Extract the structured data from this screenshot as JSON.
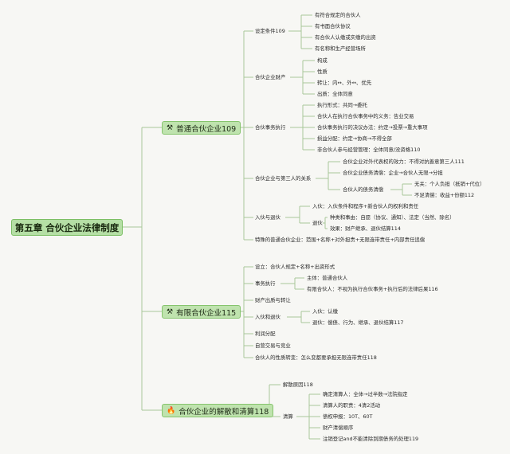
{
  "root": "第五章 合伙企业法律制度",
  "colors": {
    "line": "#a9c79a",
    "branch_fill": "#bfe3ae",
    "root_fill": "#b5dfa5",
    "background": "#f7f7f4"
  },
  "branches": [
    {
      "icon": "hammer-pick-icon",
      "label": "普通合伙企业109",
      "children": [
        {
          "label": "设定条件109",
          "children": [
            {
              "label": "有符合规定的合伙人"
            },
            {
              "label": "有书面合伙协议"
            },
            {
              "label": "有合伙人认缴或实缴的出资"
            },
            {
              "label": "有名称和生产经营场所"
            }
          ]
        },
        {
          "label": "合伙企业财产",
          "children": [
            {
              "label": "构成"
            },
            {
              "label": "性质"
            },
            {
              "label": "转让：内↔、外↔、优先"
            },
            {
              "label": "出质：全体同意"
            }
          ]
        },
        {
          "label": "合伙事务执行",
          "children": [
            {
              "label": "执行形式：共同→委托"
            },
            {
              "label": "合伙人在执行合伙事务中的义务：告业交易"
            },
            {
              "label": "合伙事务执行的决议办法：约定→投票→重大事项"
            },
            {
              "label": "损益分配：约定→协商→不得全部"
            },
            {
              "label": "非合伙人参与经营管理：全体同意/没资格110"
            }
          ]
        },
        {
          "label": "合伙企业与第三人的关系",
          "children": [
            {
              "label": "合伙企业对外代表权的效力：不得对抗善意第三人111"
            },
            {
              "label": "合伙企业债务清偿：企业→合伙人无限→分担"
            },
            {
              "label": "合伙人的债务清偿",
              "children": [
                {
                  "label": "无关：个人负担（抵销+代位）"
                },
                {
                  "label": "不足清偿：收益+份额112"
                }
              ]
            }
          ]
        },
        {
          "label": "入伙与退伙",
          "children": [
            {
              "label": "入伙：入伙条件和程序+新合伙人的权利和责任"
            },
            {
              "label": "退伙",
              "children": [
                {
                  "label": "种类和事由：自愿（协议、通知）、法定（当然、除名）"
                },
                {
                  "label": "效果：财产继承、退伙结算114"
                }
              ]
            }
          ]
        },
        {
          "label": "特殊的普通合伙企业：范围+名称+对外担责+无限连带责任+内部责任追偿"
        }
      ]
    },
    {
      "icon": "hammer-pick-icon",
      "label": "有限合伙企业115",
      "children": [
        {
          "label": "设立：合伙人规定+名称+出资形式"
        },
        {
          "label": "事务执行",
          "children": [
            {
              "label": "主体：普通合伙人"
            },
            {
              "label": "有限合伙人：不视为执行合伙事务+执行后的法律后果116"
            }
          ]
        },
        {
          "label": "财产出质与转让"
        },
        {
          "label": "入伙和退伙",
          "children": [
            {
              "label": "入伙：认缴"
            },
            {
              "label": "退伙：偿债、行为、继承、退伙结算117"
            }
          ]
        },
        {
          "label": "利润分配"
        },
        {
          "label": "自营交易与竞业"
        },
        {
          "label": "合伙人的性质转变：怎么变都要承担无限连带责任118"
        }
      ]
    },
    {
      "icon": "fire-icon",
      "label": "合伙企业的解散和清算118",
      "children": [
        {
          "label": "解散原因118"
        },
        {
          "label": "清算",
          "children": [
            {
              "label": "确定清算人：全体→过半数→法院指定"
            },
            {
              "label": "清算人的职责：4清2活动"
            },
            {
              "label": "债权申报：10T、60T"
            },
            {
              "label": "财产清偿顺序"
            },
            {
              "label": "注销登记and不能清除到期债务的处理119"
            }
          ]
        }
      ]
    }
  ]
}
